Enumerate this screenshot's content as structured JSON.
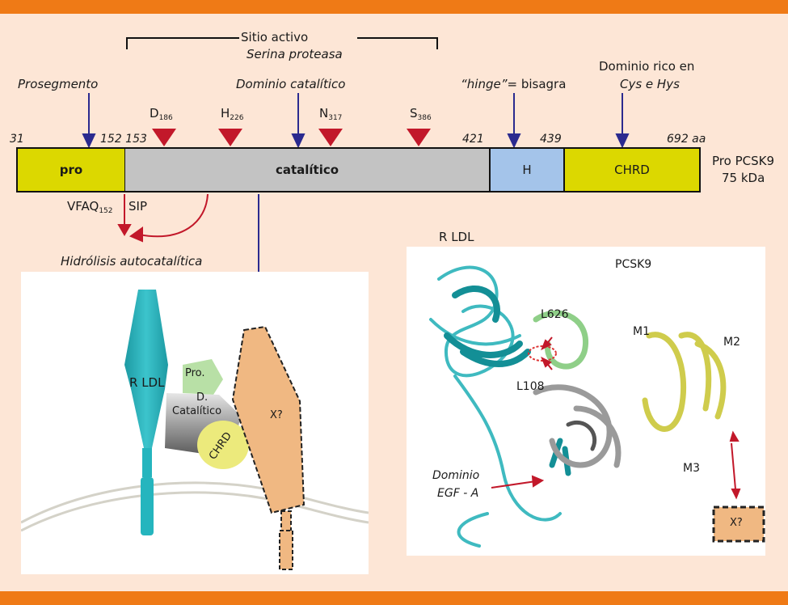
{
  "colors": {
    "band": "#ef7a16",
    "background": "#fde6d6",
    "pro": "#dcd800",
    "catalytic": "#c3c3c3",
    "hinge": "#a4c4ea",
    "chrd": "#dcd800",
    "blue_arrow": "#2b2a8f",
    "red_marker": "#c2182a",
    "ldlr": "#25b5be",
    "x_unknown": "#f0b882"
  },
  "bracket": {
    "title": "Sitio activo",
    "subtitle": "Serina proteasa"
  },
  "annotations": {
    "prosegment": "Prosegmento",
    "catalytic_domain": "Dominio catalítico",
    "hinge_quote": "“hinge”",
    "hinge_eq": "= bisagra",
    "cys_line1": "Dominio rico en",
    "cys_line2": "Cys e Hys"
  },
  "residues": [
    {
      "letter": "D",
      "num": "186"
    },
    {
      "letter": "H",
      "num": "226"
    },
    {
      "letter": "N",
      "num": "317"
    },
    {
      "letter": "S",
      "num": "386"
    }
  ],
  "positions": {
    "p31": "31",
    "p152_153": "152 153",
    "p421": "421",
    "p439": "439",
    "p692": "692 aa"
  },
  "segments": {
    "pro": "pro",
    "catalytic": "catalítico",
    "hinge": "H",
    "chrd": "CHRD"
  },
  "protein": {
    "name": "Pro PCSK9",
    "mass": "75 kDa"
  },
  "cleavage": {
    "left": "VFAQ",
    "left_sub": "152",
    "right": "SIP",
    "label": "Hidrólisis autocatalítica"
  },
  "schematic": {
    "ldlr": "R LDL",
    "pro": "Pro.",
    "cat1": "D.",
    "cat2": "Catalítico",
    "chrd": "CHRD",
    "x": "X?"
  },
  "structure": {
    "rldl": "R LDL",
    "pcsk9": "PCSK9",
    "l626": "L626",
    "l108": "L108",
    "m1": "M1",
    "m2": "M2",
    "m3": "M3",
    "egf1": "Dominio",
    "egf2": "EGF - A",
    "x": "X?"
  }
}
